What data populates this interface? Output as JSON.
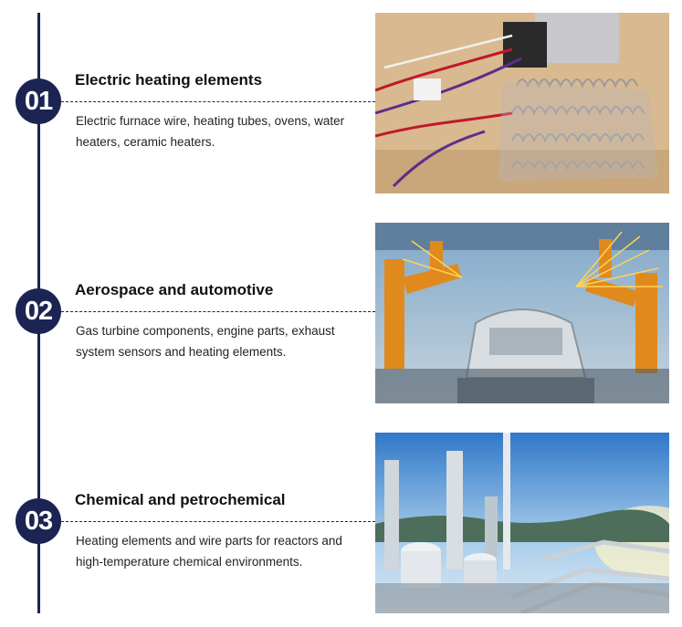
{
  "items": [
    {
      "number": "01",
      "title": "Electric heating elements",
      "description": "Electric furnace wire, heating tubes, ovens, water heaters, ceramic heaters."
    },
    {
      "number": "02",
      "title": "Aerospace and automotive",
      "description": "Gas turbine components, engine parts, exhaust system sensors and heating elements."
    },
    {
      "number": "03",
      "title": "Chemical and petrochemical",
      "description": "Heating elements and wire parts for reactors and high-temperature chemical environments."
    }
  ],
  "colors": {
    "accent": "#1b2452",
    "title_text": "#111111",
    "body_text": "#222222"
  }
}
